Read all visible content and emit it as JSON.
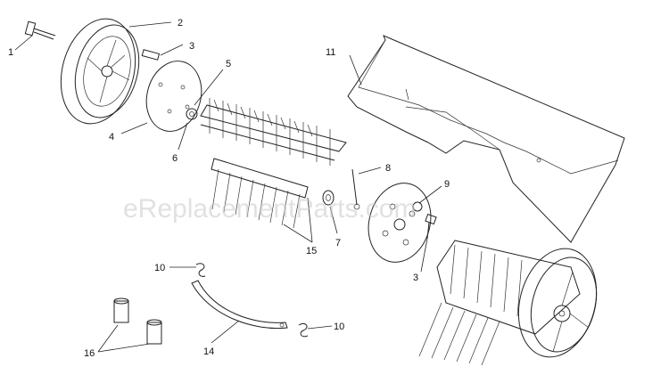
{
  "watermark": "eReplacementParts.com",
  "callouts": [
    "1",
    "2",
    "3",
    "4",
    "5",
    "6",
    "7",
    "8",
    "9",
    "10",
    "11",
    "14",
    "15",
    "16"
  ],
  "colors": {
    "line": "#222222",
    "watermark": "#c9c9c9",
    "background": "#ffffff"
  }
}
